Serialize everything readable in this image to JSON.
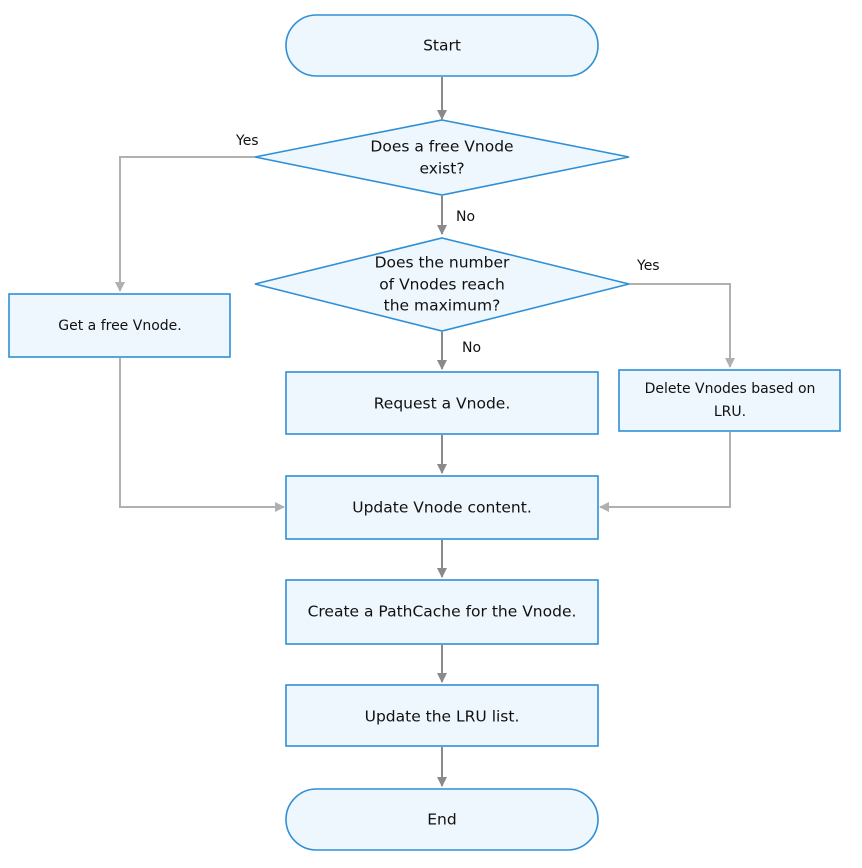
{
  "flowchart": {
    "start": "Start",
    "decision_free_line1": "Does a free Vnode",
    "decision_free_line2": "exist?",
    "decision_max_line1": "Does the number",
    "decision_max_line2": "of Vnodes reach",
    "decision_max_line3": "the maximum?",
    "get_free": "Get a free Vnode.",
    "request": "Request a Vnode.",
    "delete_line1": "Delete Vnodes based on",
    "delete_line2": "LRU.",
    "update_content": "Update Vnode content.",
    "create_pathcache": "Create a PathCache for the Vnode.",
    "update_lru": "Update the LRU list.",
    "end": "End",
    "yes_free": "Yes",
    "no_free": "No",
    "yes_max": "Yes",
    "no_max": "No"
  },
  "colors": {
    "node_fill": "#eef7fd",
    "node_border": "#2f8fd6",
    "main_arrow": "#8a8a8a",
    "side_arrow": "#b0b0b0"
  }
}
